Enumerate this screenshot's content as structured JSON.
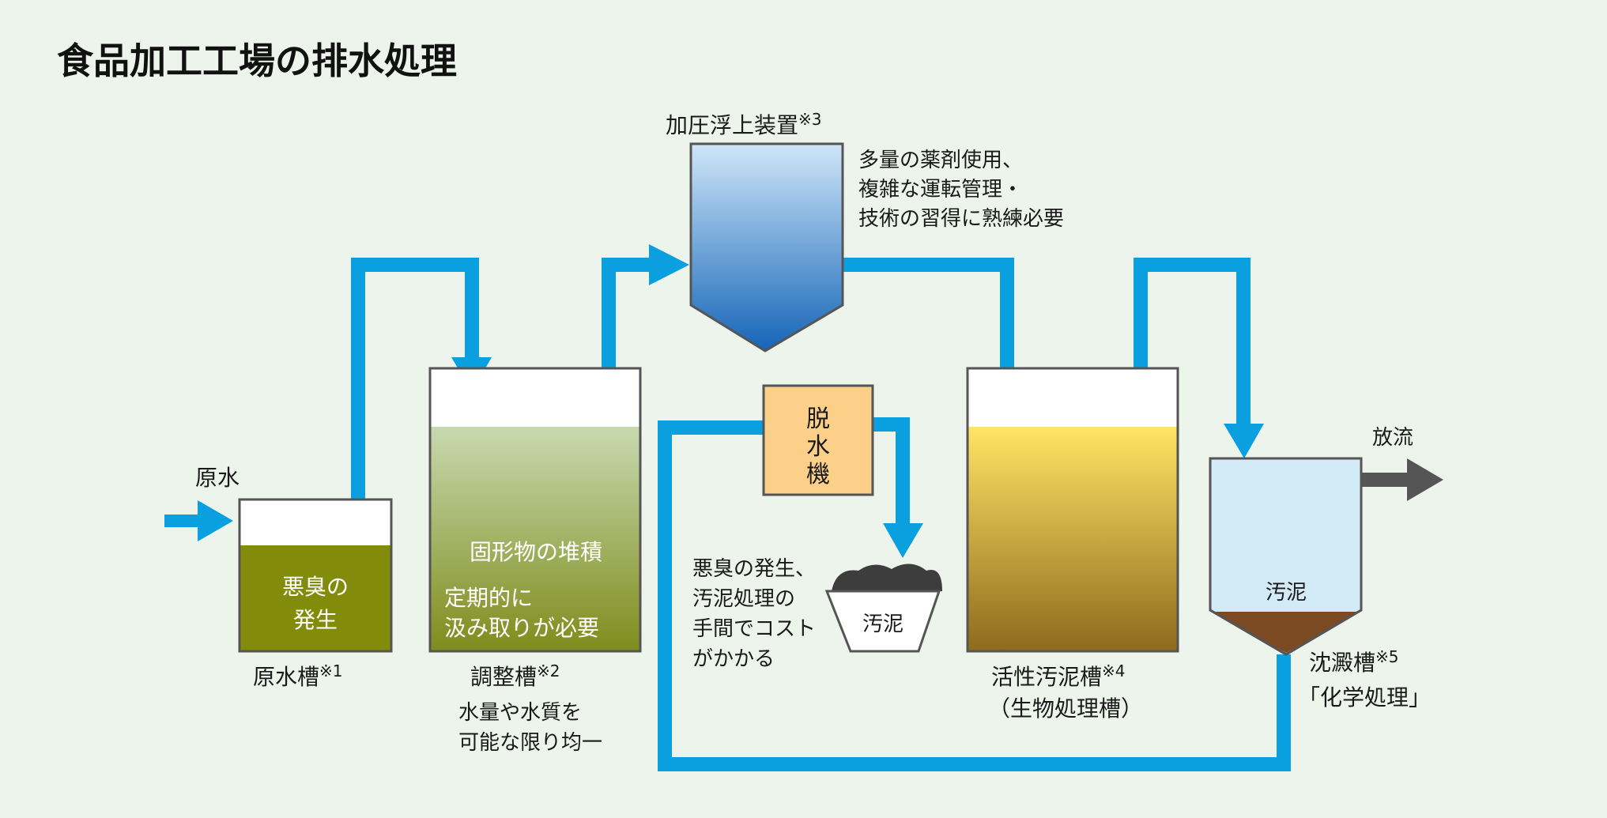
{
  "title": "食品加工工場の排水処理",
  "inflow": "原水",
  "outflow": "放流",
  "raw_tank": {
    "inner": [
      "悪臭の",
      "発生"
    ],
    "name": "原水槽",
    "note_mark": "※1"
  },
  "adjust_tank": {
    "inner_top": "固形物の堆積",
    "inner_bottom": [
      "定期的に",
      "汲み取りが必要"
    ],
    "name": "調整槽",
    "note_mark": "※2",
    "desc": [
      "水量や水質を",
      "可能な限り均一"
    ]
  },
  "daf": {
    "name": "加圧浮上装置",
    "note_mark": "※3",
    "desc": [
      "多量の薬剤使用、",
      "複雑な運転管理・",
      "技術の習得に熟練必要"
    ]
  },
  "dewater": {
    "label": [
      "脱",
      "水",
      "機"
    ],
    "desc": [
      "悪臭の発生、",
      "汚泥処理の",
      "手間でコスト",
      "がかかる"
    ],
    "sludge": "汚泥"
  },
  "activated": {
    "name": "活性汚泥槽",
    "note_mark": "※4",
    "sub": "（生物処理槽）"
  },
  "settling": {
    "inner": "汚泥",
    "name": "沈澱槽",
    "note_mark": "※5",
    "sub": "「化学処理」"
  },
  "colors": {
    "pipe": "#0aa0e0",
    "background": "#edf4ec",
    "raw_water": "#828c0a",
    "outline": "#555555",
    "arrow_out": "#555555"
  }
}
